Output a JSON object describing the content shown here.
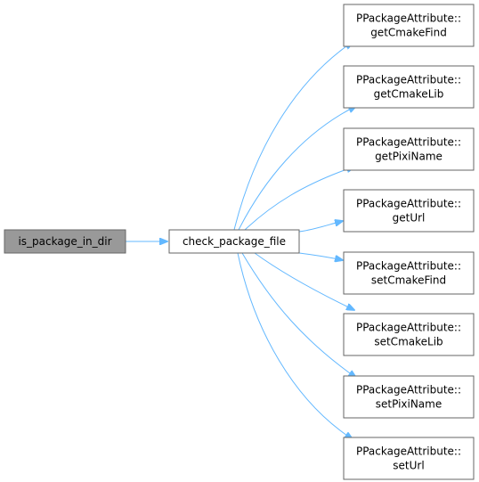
{
  "diagram": {
    "colors": {
      "edge": "#63b8ff",
      "node_border": "#666666",
      "node_fill": "#ffffff",
      "root_fill": "#999999",
      "root_border": "#666666",
      "text": "#000000"
    },
    "nodes": [
      {
        "id": "is_package_in_dir",
        "lines": [
          "is_package_in_dir"
        ],
        "role": "root"
      },
      {
        "id": "check_package_file",
        "lines": [
          "check_package_file"
        ],
        "role": "callee"
      },
      {
        "id": "getCmakeFind",
        "lines": [
          "PPackageAttribute::",
          "getCmakeFind"
        ],
        "role": "leaf"
      },
      {
        "id": "getCmakeLib",
        "lines": [
          "PPackageAttribute::",
          "getCmakeLib"
        ],
        "role": "leaf"
      },
      {
        "id": "getPixiName",
        "lines": [
          "PPackageAttribute::",
          "getPixiName"
        ],
        "role": "leaf"
      },
      {
        "id": "getUrl",
        "lines": [
          "PPackageAttribute::",
          "getUrl"
        ],
        "role": "leaf"
      },
      {
        "id": "setCmakeFind",
        "lines": [
          "PPackageAttribute::",
          "setCmakeFind"
        ],
        "role": "leaf"
      },
      {
        "id": "setCmakeLib",
        "lines": [
          "PPackageAttribute::",
          "setCmakeLib"
        ],
        "role": "leaf"
      },
      {
        "id": "setPixiName",
        "lines": [
          "PPackageAttribute::",
          "setPixiName"
        ],
        "role": "leaf"
      },
      {
        "id": "setUrl",
        "lines": [
          "PPackageAttribute::",
          "setUrl"
        ],
        "role": "leaf"
      }
    ],
    "edges": [
      {
        "from": "is_package_in_dir",
        "to": "check_package_file"
      },
      {
        "from": "check_package_file",
        "to": "getCmakeFind"
      },
      {
        "from": "check_package_file",
        "to": "getCmakeLib"
      },
      {
        "from": "check_package_file",
        "to": "getPixiName"
      },
      {
        "from": "check_package_file",
        "to": "getUrl"
      },
      {
        "from": "check_package_file",
        "to": "setCmakeFind"
      },
      {
        "from": "check_package_file",
        "to": "setCmakeLib"
      },
      {
        "from": "check_package_file",
        "to": "setPixiName"
      },
      {
        "from": "check_package_file",
        "to": "setUrl"
      }
    ]
  }
}
